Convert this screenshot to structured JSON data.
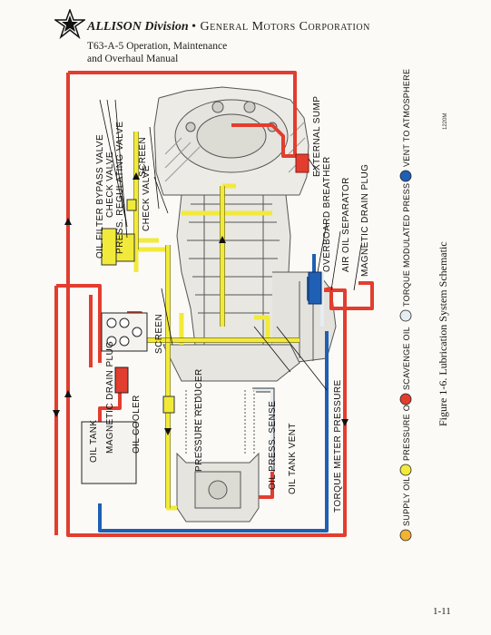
{
  "header": {
    "division": "ALLISON Division",
    "corporation": "• General Motors Corporation",
    "manual_line1": "T63-A-5 Operation, Maintenance",
    "manual_line2": "and Overhaul Manual"
  },
  "labels": {
    "oil_filter_bypass_valve": "OIL FILTER BYPASS VALVE",
    "check_valve_1": "CHECK VALVE",
    "press_regulating_valve": "PRESS. REGULATING VALVE",
    "screen_1": "SCREEN",
    "check_valve_2": "CHECK VALVE",
    "external_sump": "EXTERNAL SUMP",
    "overboard_breather": "OVERBOARD BREATHER",
    "air_oil_separator": "AIR OIL SEPARATOR",
    "magnetic_drain_plug_right": "MAGNETIC DRAIN PLUG",
    "screen_2": "SCREEN",
    "oil_tank": "OIL TANK",
    "magnetic_drain_plug_left": "MAGNETIC DRAIN PLUG",
    "oil_cooler": "OIL COOLER",
    "pressure_reducer": "PRESSURE REDUCER",
    "oil_press_sense": "OIL PRESS. SENSE",
    "oil_tank_vent": "OIL TANK VENT",
    "torque_meter_pressure": "TORQUE METER PRESSURE"
  },
  "legend": {
    "supply_oil": "SUPPLY OIL",
    "pressure_oil": "PRESSURE OIL",
    "scavenge_oil": "SCAVENGE OIL",
    "torque_modulated_press": "TORQUE MODULATED PRESS",
    "vent_to_atmosphere": "VENT TO ATMOSPHERE"
  },
  "colors": {
    "supply": "#f3b233",
    "pressure": "#f2ea3a",
    "scavenge": "#e23d2f",
    "torque": "#e6edf2",
    "vent": "#1f5fb4"
  },
  "figure": {
    "number": "1220M",
    "caption": "Figure 1-6.  Lubrication System Schematic"
  },
  "page_number": "1-11"
}
